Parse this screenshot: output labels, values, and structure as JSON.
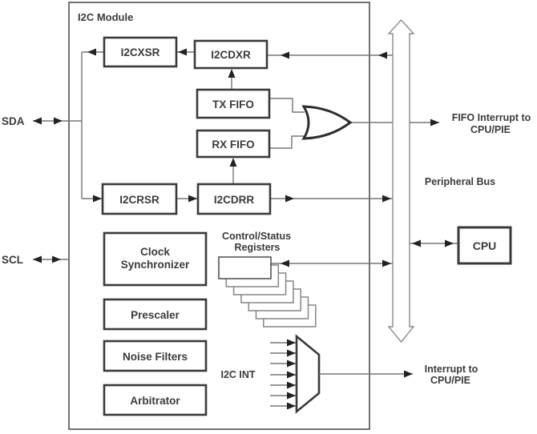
{
  "diagram": {
    "title": "I2C Module",
    "pins": {
      "sda": "SDA",
      "scl": "SCL"
    },
    "blocks": {
      "i2cxsr": "I2CXSR",
      "i2cdxr": "I2CDXR",
      "tx_fifo": "TX FIFO",
      "rx_fifo": "RX FIFO",
      "i2crsr": "I2CRSR",
      "i2cdrr": "I2CDRR",
      "clock_synchronizer_line1": "Clock",
      "clock_synchronizer_line2": "Synchronizer",
      "prescaler": "Prescaler",
      "noise_filters": "Noise Filters",
      "arbitrator": "Arbitrator",
      "cpu": "CPU"
    },
    "labels": {
      "control_status_registers_line1": "Control/Status",
      "control_status_registers_line2": "Registers",
      "i2c_int": "I2C INT",
      "peripheral_bus": "Peripheral Bus",
      "fifo_interrupt_line1": "FIFO Interrupt to",
      "fifo_interrupt_line2": "CPU/PIE",
      "interrupt_line1": "Interrupt to",
      "interrupt_line2": "CPU/PIE"
    },
    "colors": {
      "box_border": "#3a3a3a",
      "connector_line": "#767676",
      "arrowhead": "#222222",
      "text": "#3b3b3b",
      "bus_outline": "#8a8a8a",
      "background": "#ffffff"
    },
    "register_stack_count": 7,
    "mux_input_count": 7
  }
}
